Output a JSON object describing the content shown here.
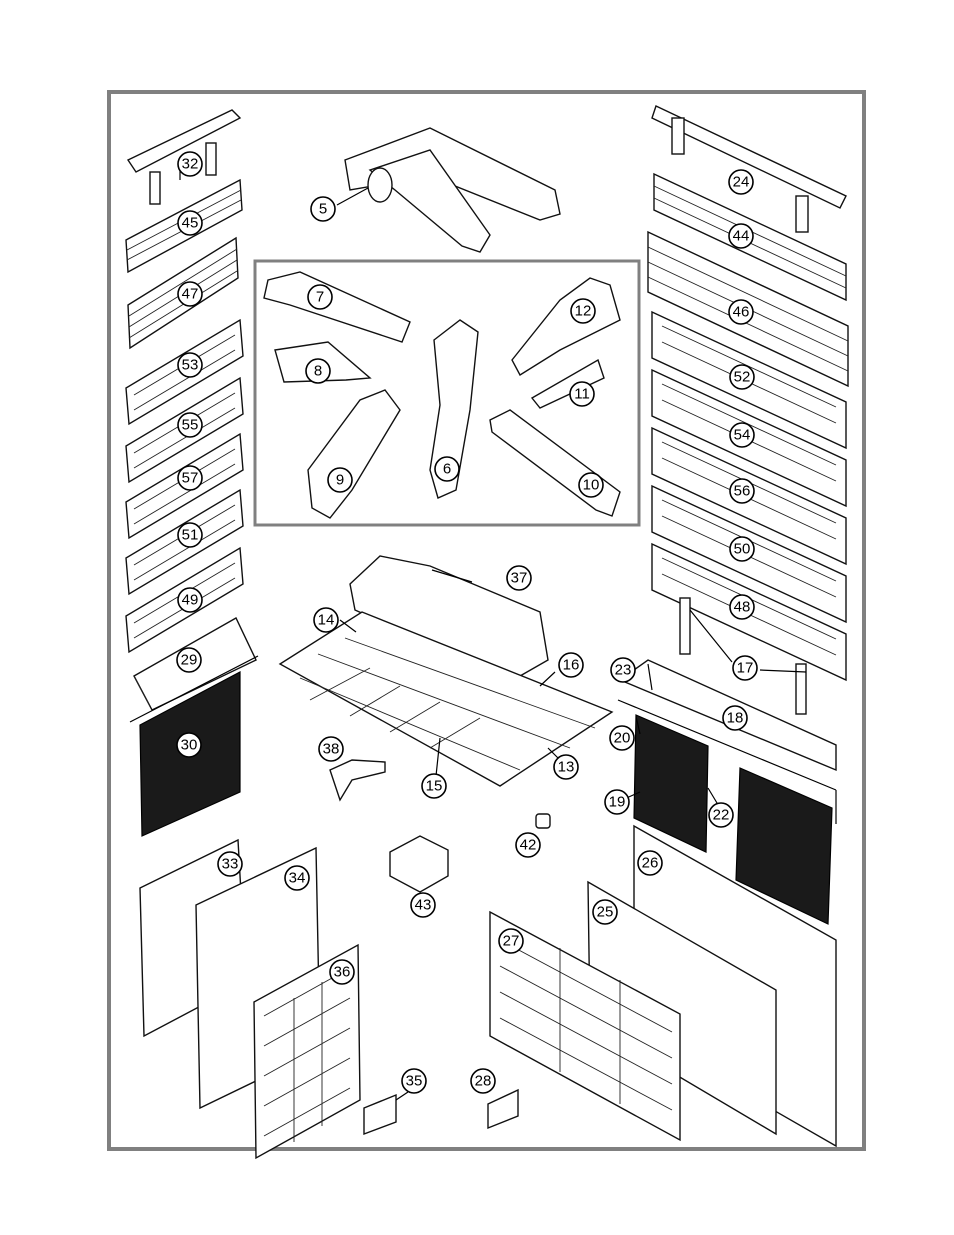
{
  "diagram": {
    "colors": {
      "frame": "#808080",
      "line": "#111111",
      "fill": "#ffffff",
      "screen": "#1a1a1a"
    },
    "callouts": [
      "5",
      "6",
      "7",
      "8",
      "9",
      "10",
      "11",
      "12",
      "13",
      "14",
      "15",
      "16",
      "17",
      "18",
      "19",
      "20",
      "22",
      "23",
      "24",
      "25",
      "26",
      "27",
      "28",
      "29",
      "30",
      "32",
      "33",
      "34",
      "35",
      "36",
      "37",
      "38",
      "42",
      "43",
      "44",
      "45",
      "46",
      "47",
      "48",
      "49",
      "50",
      "51",
      "52",
      "53",
      "54",
      "55",
      "56",
      "57"
    ]
  }
}
